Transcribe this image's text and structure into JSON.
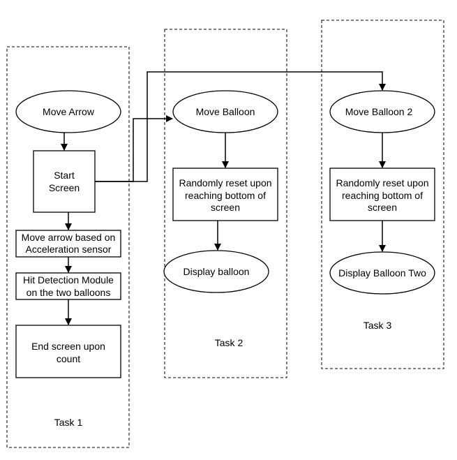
{
  "tasks": [
    {
      "label": "Task 1",
      "nodes": {
        "move_arrow": "Move Arrow",
        "start_screen": [
          "Start",
          "Screen"
        ],
        "move_arrow_sensor": [
          "Move arrow based on",
          "Acceleration sensor"
        ],
        "hit_detection": [
          "Hit Detection Module",
          "on the two balloons"
        ],
        "end_screen": [
          "End screen upon",
          "count"
        ]
      }
    },
    {
      "label": "Task 2",
      "nodes": {
        "move_balloon": "Move Balloon",
        "random_reset": [
          "Randomly reset upon",
          "reaching bottom of",
          "screen"
        ],
        "display_balloon": "Display balloon"
      }
    },
    {
      "label": "Task 3",
      "nodes": {
        "move_balloon_2": "Move Balloon 2",
        "random_reset": [
          "Randomly reset upon",
          "reaching bottom of",
          "screen"
        ],
        "display_balloon_two": "Display Balloon Two"
      }
    }
  ],
  "colors": {
    "stroke": "#000000",
    "fill": "#ffffff",
    "text": "#000000"
  }
}
